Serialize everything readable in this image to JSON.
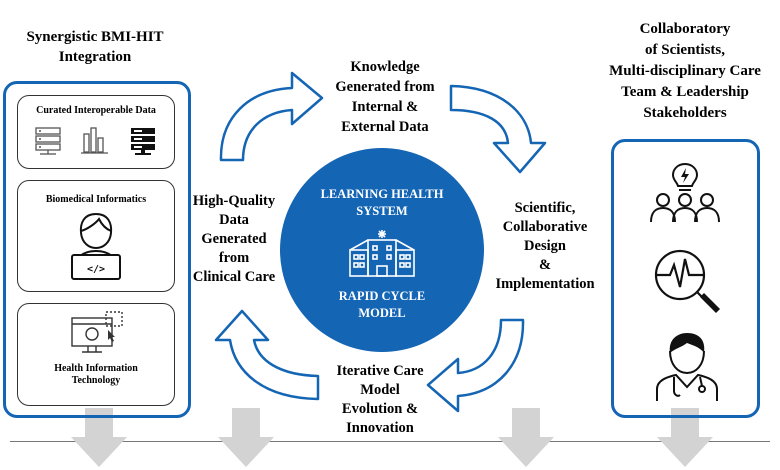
{
  "left_header": [
    "Synergistic BMI-HIT",
    "Integration"
  ],
  "right_header": [
    "Collaboratory",
    "of Scientists,",
    "Multi-disciplinary Care",
    "Team & Leadership",
    "Stakeholders"
  ],
  "left_panel": {
    "boxes": [
      {
        "title": "Curated Interoperable Data",
        "icons": [
          "database-server-icon",
          "bar-chart-icon",
          "server-rack-icon"
        ]
      },
      {
        "title": "Biomedical Informatics",
        "icons": [
          "programmer-laptop-icon"
        ]
      },
      {
        "title_lines": [
          "Health Information",
          "Technology"
        ],
        "icons": [
          "computer-monitor-icon"
        ]
      }
    ]
  },
  "center": {
    "title_lines": [
      "LEARNING HEALTH",
      "SYSTEM"
    ],
    "subtitle_lines": [
      "RAPID CYCLE",
      "MODEL"
    ],
    "icon": "hospital-icon",
    "color": "#1565b5"
  },
  "cycle_labels": {
    "top": [
      "Knowledge",
      "Generated from",
      "Internal &",
      "External Data"
    ],
    "right": [
      "Scientific,",
      "Collaborative",
      "Design",
      "&",
      "Implementation"
    ],
    "bottom": [
      "Iterative Care",
      "Model",
      "Evolution &",
      "Innovation"
    ],
    "left": [
      "High-Quality",
      "Data",
      "Generated",
      "from",
      "Clinical Care"
    ]
  },
  "right_panel": {
    "icons": [
      "team-idea-icon",
      "heartbeat-magnifier-icon",
      "doctor-icon"
    ]
  },
  "colors": {
    "accent": "#1565b5",
    "down_arrow": "#d3d3d3"
  }
}
